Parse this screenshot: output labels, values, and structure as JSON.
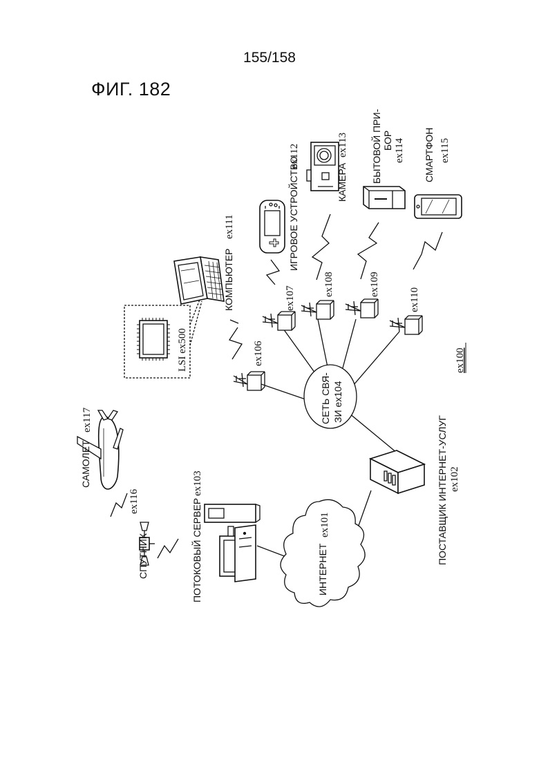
{
  "page_number": "155/158",
  "figure_title": "ФИГ. 182",
  "system_ref": "ex100",
  "nodes": {
    "satellite": {
      "label": "СПУТНИК",
      "ref": "ex116"
    },
    "airplane": {
      "label": "САМОЛЕТ",
      "ref": "ex117"
    },
    "streaming_server": {
      "label": "ПОТОКОВЫЙ СЕРВЕР",
      "ref": "ex103"
    },
    "internet": {
      "label": "ИНТЕРНЕТ",
      "ref": "ex101"
    },
    "isp": {
      "label": "ПОСТАВЩИК ИНТЕРНЕТ-УСЛУГ",
      "ref": "ex102"
    },
    "network": {
      "label_line1": "СЕТЬ СВЯ-",
      "label_line2": "ЗИ ex104"
    },
    "lsi": {
      "label": "LSI ex500"
    },
    "computer": {
      "label": "КОМПЬЮТЕР",
      "ref": "ex111"
    },
    "game_device": {
      "label": "ИГРОВОЕ УСТРОЙСТВО",
      "ref": "ex112"
    },
    "camera": {
      "label": "КАМЕРА",
      "ref": "ex113"
    },
    "appliance": {
      "label_line1": "БЫТОВОЙ ПРИ-",
      "label_line2": "БОР",
      "ref": "ex114"
    },
    "smartphone": {
      "label": "СМАРТФОН",
      "ref": "ex115"
    }
  },
  "base_stations": [
    "ex106",
    "ex107",
    "ex108",
    "ex109",
    "ex110"
  ]
}
